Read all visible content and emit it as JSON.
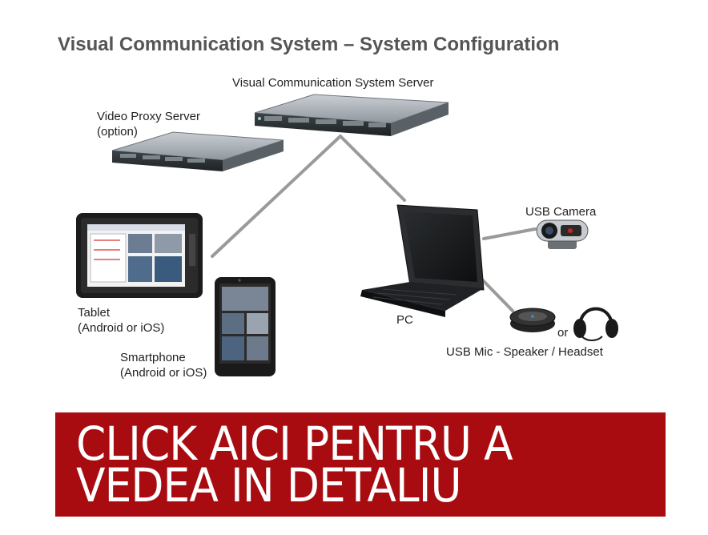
{
  "title": "Visual Communication System – System Configuration",
  "nodes": {
    "server": {
      "label": "Visual Communication System Server"
    },
    "proxy": {
      "label_line1": "Video Proxy Server",
      "label_line2": "(option)"
    },
    "tablet": {
      "label_line1": "Tablet",
      "label_line2": "(Android or iOS)"
    },
    "smartphone": {
      "label_line1": "Smartphone",
      "label_line2": "(Android or iOS)"
    },
    "pc": {
      "label": "PC"
    },
    "usb_camera": {
      "label": "USB Camera"
    },
    "usb_audio": {
      "label": "USB Mic - Speaker / Headset",
      "or_label": "or"
    }
  },
  "cta": {
    "line1": "CLICK AICI PENTRU A",
    "line2": "VEDEA IN DETALIU",
    "bg_color": "#a80b10",
    "text_color": "#ffffff"
  },
  "colors": {
    "title": "#555555",
    "connector": "#9a9a9a"
  }
}
